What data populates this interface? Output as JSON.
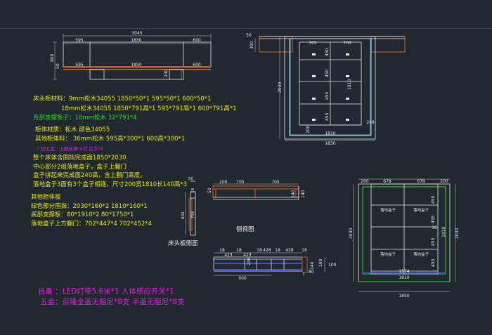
{
  "colors": {
    "background": "#212830",
    "lines": "#e6e6e6",
    "dims": "#c8c8c8",
    "wood": "#b45a2a",
    "cyan": "#3ab0e0",
    "blue": "#3d4fd8",
    "green": "#22dd22",
    "yellow": "#e6e600",
    "magenta": "#dd22dd"
  },
  "notes": {
    "headboard_title": "床头柜材料：9mm松木34055  1850*50*1   595*50*1   600*50*1",
    "headboard_line2": "18mm松木34055  1850*791高*1  595*791高*1  600*791高*1",
    "back_support": "背部支撑条子：18mm松木   32*791*4",
    "cabinet_material": "柜体材质：松木 颜色34055",
    "other_cabinet": "其他柜体料：  36mm松木 595高*300*1    600高*300*1",
    "hardware_small": "厂配五金：上翻支撑*4付  拉手*8",
    "body_1": "整个床体含围挡完成面1850*2030",
    "body_2": "中心部分2组落地盒子，盒子上翻门",
    "body_3": "盒子拼起来完成面240高，含上翻门高度。",
    "body_4": "落地盒子3面有3个盒子相连，尺寸200宽1810长140高*3",
    "other_boards": "其他柜体板",
    "green_guard": "绿色部分围挡：2030*160*2    1810*160*1",
    "bottom_support": "底部支撑板：80*1910*2     80*1750*1",
    "box_door": "落地盒子上方翻门：702*447*4    702*452*4",
    "side_label": "床头板侧面",
    "side_view": "侧视图",
    "self_provided": "自备 ：LED灯带5.6米*1   人体感应开关*1",
    "hardware": "五金：百隆全盖无阻尼*8支   半盖无阻尼*8支"
  },
  "dims": {
    "d3045": "3045",
    "d595": "595",
    "d1850": "1850",
    "d600": "600",
    "d50": "50",
    "d800": "800",
    "d240": "240",
    "d300": "300",
    "d705": "705",
    "d450": "450",
    "d455": "455",
    "d1810": "1810",
    "d2030": "2030",
    "d200": "200",
    "d208": "208",
    "d140": "140",
    "d678": "678",
    "d36": "36",
    "d1574": "1574",
    "d423": "423",
    "d900": "900",
    "d160": "160",
    "d100": "100",
    "d80": "80",
    "d18": "18",
    "d791": "791"
  },
  "plan_labels": {
    "floor_box": "落地盒子"
  }
}
